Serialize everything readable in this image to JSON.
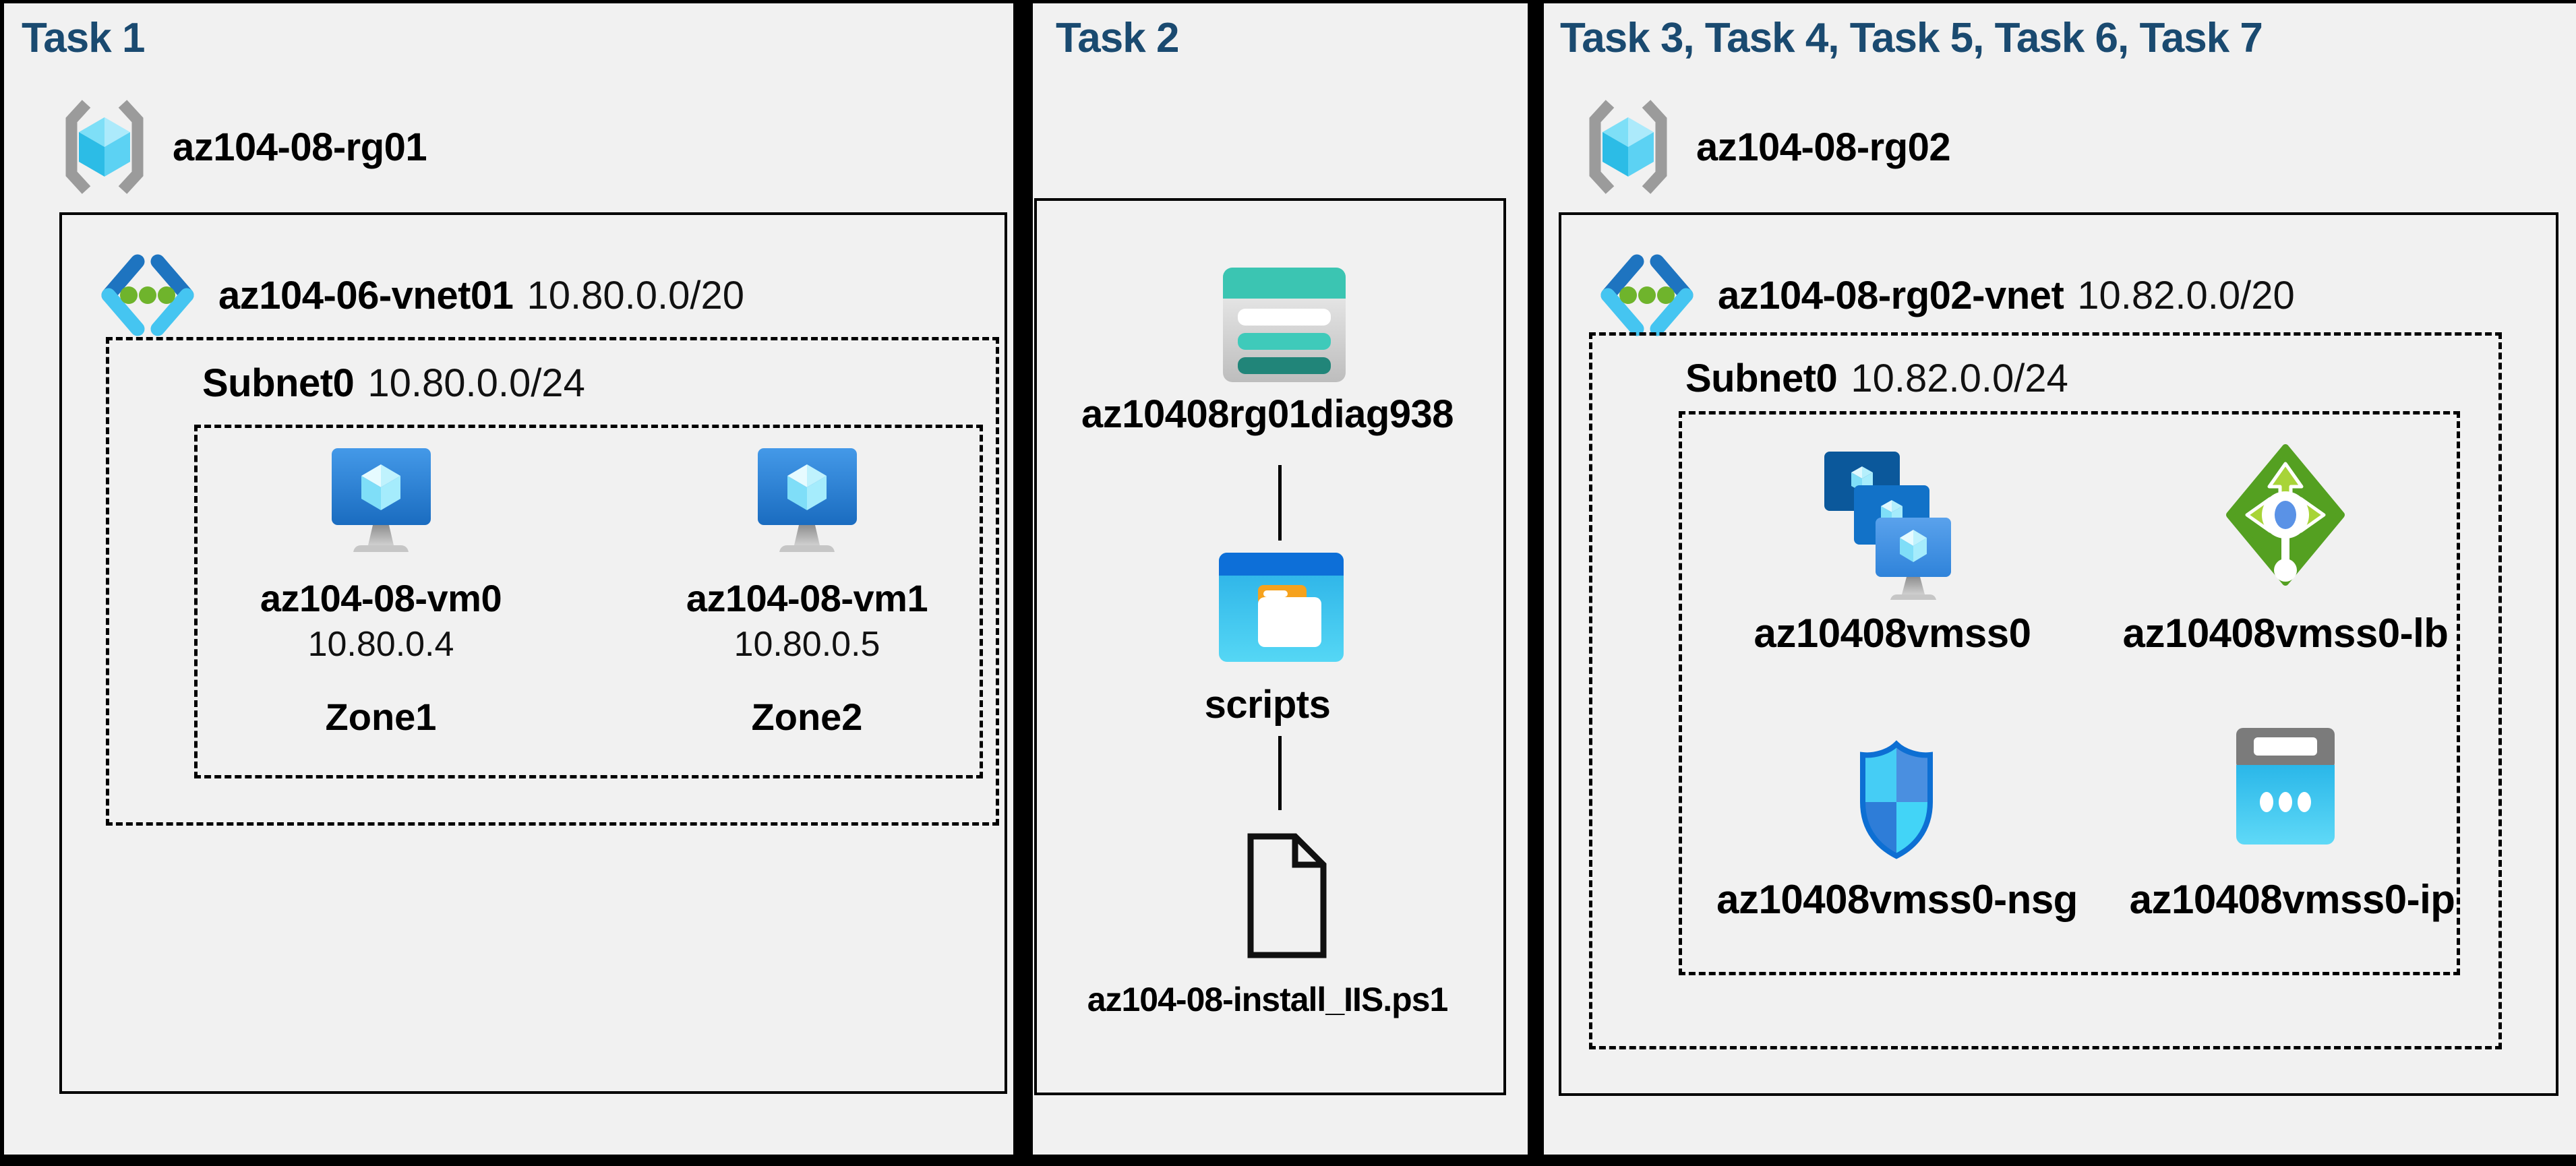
{
  "colors": {
    "background": "#000000",
    "panel": "#f1f1f1",
    "task_title": "#1a4a70",
    "label_text": "#000000",
    "vm_blue_top": "#4499e8",
    "vm_blue_bottom": "#1a6cc0",
    "storage_teal": "#3bc5b2",
    "storage_teal_dark": "#218579",
    "folder_blue": "#0d6fd8",
    "folder_cyan": "#2fb5e8",
    "folder_orange": "#f6a21d",
    "lb_green": "#54a021",
    "lb_arrow_green": "#a8d438",
    "nsg_outline_blue": "#0d6fd3",
    "ip_gray": "#7b7b7b",
    "ip_cyan": "#2ab7e9",
    "vnet_dark_blue": "#1e74c0",
    "vnet_cyan": "#45c5f1",
    "vnet_dot_green": "#6fb42c",
    "rg_bracket_gray": "#9b9b9b",
    "cube_cyan": "#2cbce6"
  },
  "icons": [
    "resource-group-icon",
    "vnet-icon",
    "vm-icon",
    "storage-account-icon",
    "blob-container-icon",
    "script-file-icon",
    "vmss-icon",
    "load-balancer-icon",
    "nsg-icon",
    "public-ip-icon"
  ],
  "panels": {
    "task1": {
      "title": "Task 1",
      "resource_group": "az104-08-rg01",
      "vnet_name": "az104-06-vnet01",
      "vnet_cidr": "10.80.0.0/20",
      "subnet_name": "Subnet0",
      "subnet_cidr": "10.80.0.0/24",
      "vms": [
        {
          "name": "az104-08-vm0",
          "ip": "10.80.0.4",
          "zone": "Zone1"
        },
        {
          "name": "az104-08-vm1",
          "ip": "10.80.0.5",
          "zone": "Zone2"
        }
      ]
    },
    "task2": {
      "title": "Task 2",
      "storage_account": "az10408rg01diag938",
      "container": "scripts",
      "file": "az104-08-install_IIS.ps1"
    },
    "task3": {
      "title": "Task 3, Task 4, Task 5, Task 6, Task 7",
      "resource_group": "az104-08-rg02",
      "vnet_name": "az104-08-rg02-vnet",
      "vnet_cidr": "10.82.0.0/20",
      "subnet_name": "Subnet0",
      "subnet_cidr": "10.82.0.0/24",
      "vmss": "az10408vmss0",
      "load_balancer": "az10408vmss0-lb",
      "nsg": "az10408vmss0-nsg",
      "public_ip": "az10408vmss0-ip"
    }
  }
}
